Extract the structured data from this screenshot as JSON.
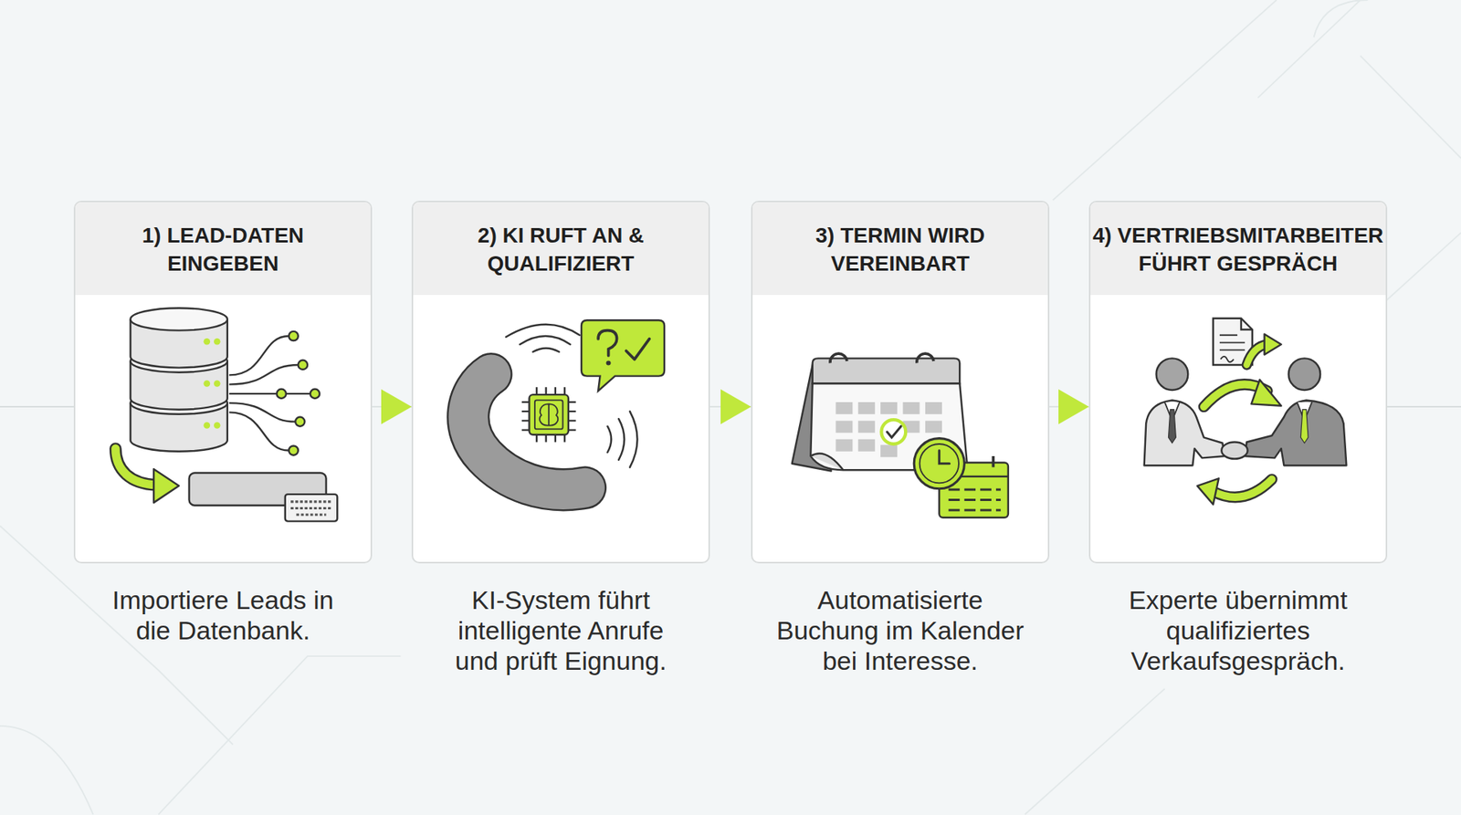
{
  "diagram": {
    "nodes": [
      {
        "text": [
          "1) LEAD-DATEN EINGEBEN",
          "Importiere Leads in die Datenbank."
        ]
      },
      {
        "text": [
          "2) KI RUFT AN & QUALIFIZIERT",
          "KI-System führt intelligente Anrufe und prüft Eignung."
        ]
      },
      {
        "text": [
          "3) TERMIN WIRD VEREINBART",
          "Automatisierte Buchung im Kalender bei Interesse."
        ]
      },
      {
        "text": [
          "4) VERTRIEBSMITARBEITER FÜHRT GESPRÄCH",
          "Experte übernimmt qualifiziertes Verkaufsgespräch."
        ]
      }
    ],
    "edges": [
      {
        "from": 0,
        "to": 1,
        "arrow": "to"
      },
      {
        "from": 1,
        "to": 2,
        "arrow": "to"
      },
      {
        "from": 2,
        "to": 3,
        "arrow": "to"
      }
    ]
  }
}
